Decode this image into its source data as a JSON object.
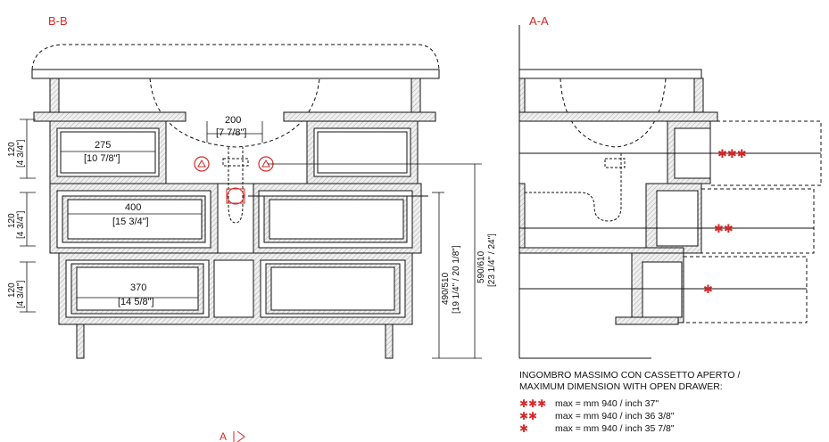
{
  "section_left": "B-B",
  "section_right": "A-A",
  "cut_marker": "A",
  "dims": {
    "w1_a": "275",
    "w1_b": "[10 7/8\"]",
    "w2_a": "200",
    "w2_b": "[7 7/8\"]",
    "w3_a": "400",
    "w3_b": "[15 3/4\"]",
    "w4_a": "370",
    "w4_b": "[14 5/8\"]",
    "h_a": "120",
    "h_b": "[4 3/4\"]",
    "h490_a": "490/510",
    "h490_b": "[19 1/4\" / 20 1/8\"]",
    "h590_a": "590/610",
    "h590_b": "[23 1/4\" / 24\"]"
  },
  "legend": {
    "title1": "INGOMBRO MASSIMO CON CASSETTO APERTO /",
    "title2": "MAXIMUM DIMENSION WITH OPEN DRAWER:",
    "rows": [
      {
        "mark": "✱✱✱",
        "text": "max = mm 940 / inch 37\""
      },
      {
        "mark": "✱✱",
        "text": "max = mm 940 / inch 36 3/8\""
      },
      {
        "mark": "✱",
        "text": "max = mm 940 / inch 35 7/8\""
      }
    ]
  },
  "colors": {
    "accent": "#d62828",
    "line": "#111111",
    "fill": "#e8e8e8"
  }
}
